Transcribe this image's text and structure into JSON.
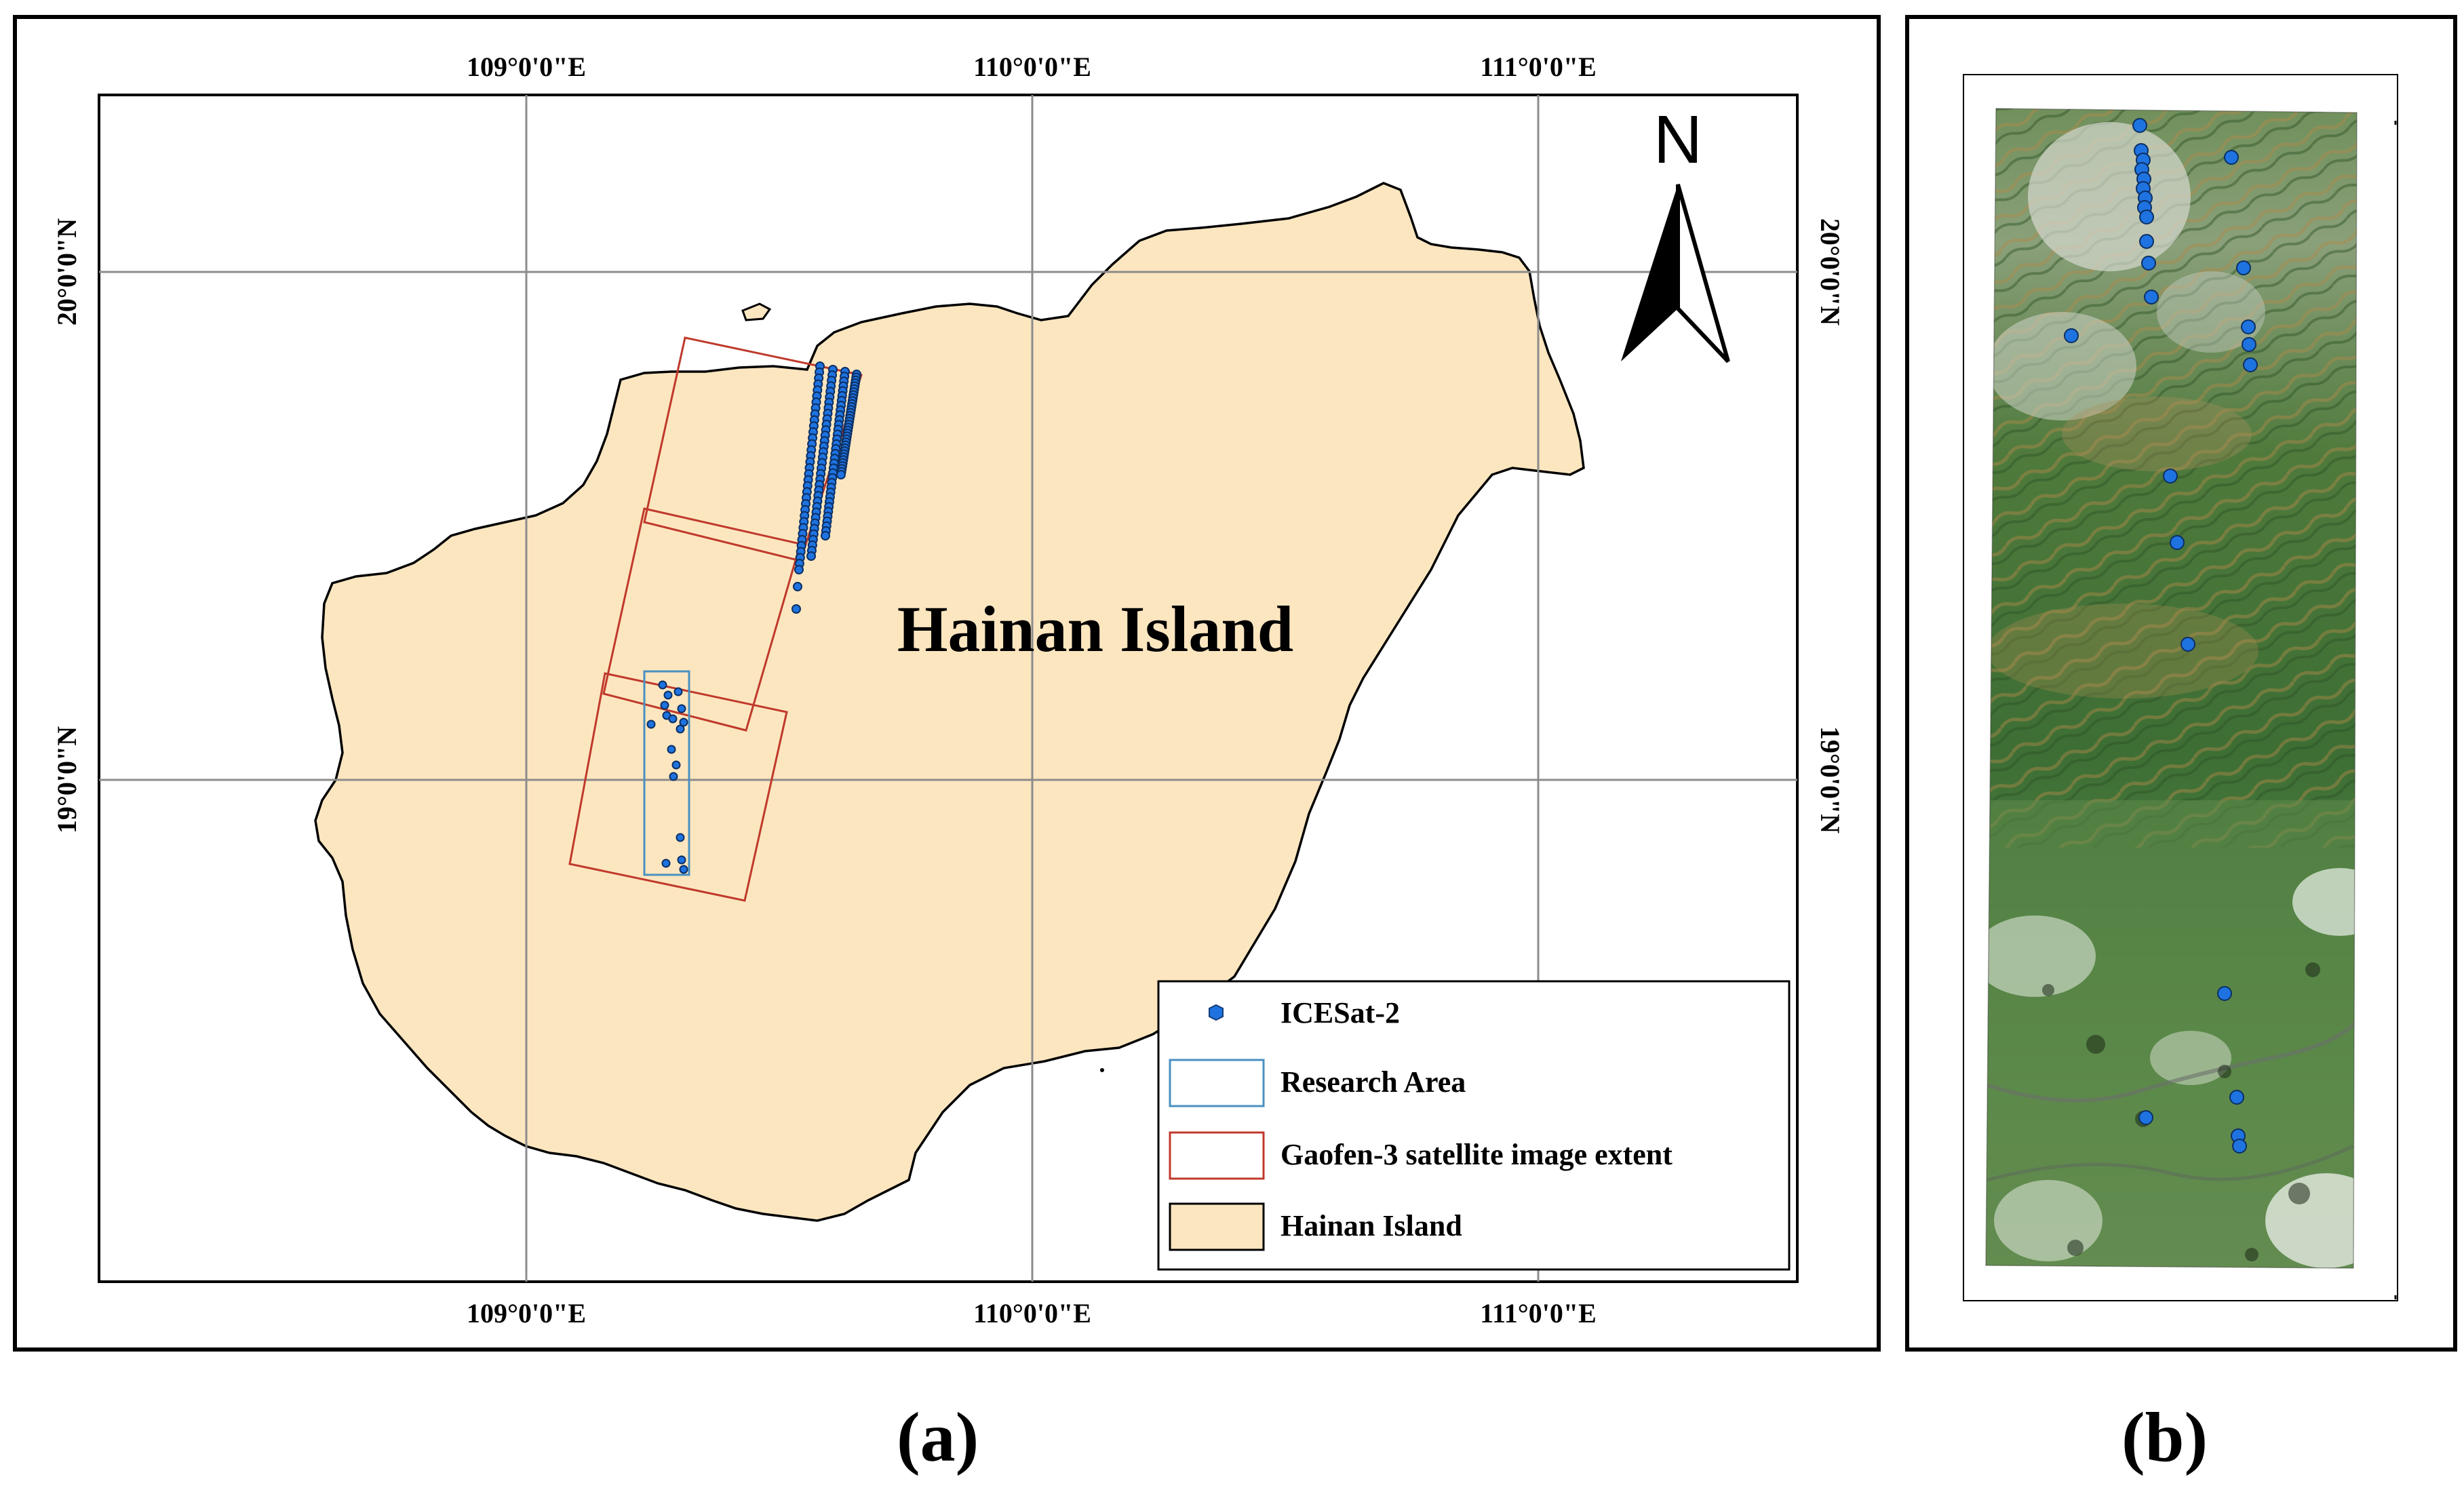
{
  "panel_a": {
    "label": "(a)",
    "island_label": "Hainan Island",
    "north_arrow_letter": "N",
    "longitude_labels": [
      "109°0'0\"E",
      "110°0'0\"E",
      "111°0'0\"E"
    ],
    "latitude_labels": [
      "20°0'0\"N",
      "19°0'0\"N"
    ],
    "legend": [
      {
        "symbol": "point",
        "label": "ICESat-2"
      },
      {
        "symbol": "box-blue",
        "label": "Research Area"
      },
      {
        "symbol": "box-red",
        "label": "Gaofen-3 satellite image extent"
      },
      {
        "symbol": "fill",
        "label": "Hainan Island"
      }
    ]
  },
  "panel_b": {
    "label": "(b)"
  },
  "colors": {
    "island_fill": "#FCE6C0",
    "island_outline": "#000000",
    "icesat_point": "#1E73E0",
    "research_area": "#4A90C0",
    "gaofen_extent": "#C0392B",
    "graticule": "#8C8C8C",
    "frame": "#000000"
  }
}
